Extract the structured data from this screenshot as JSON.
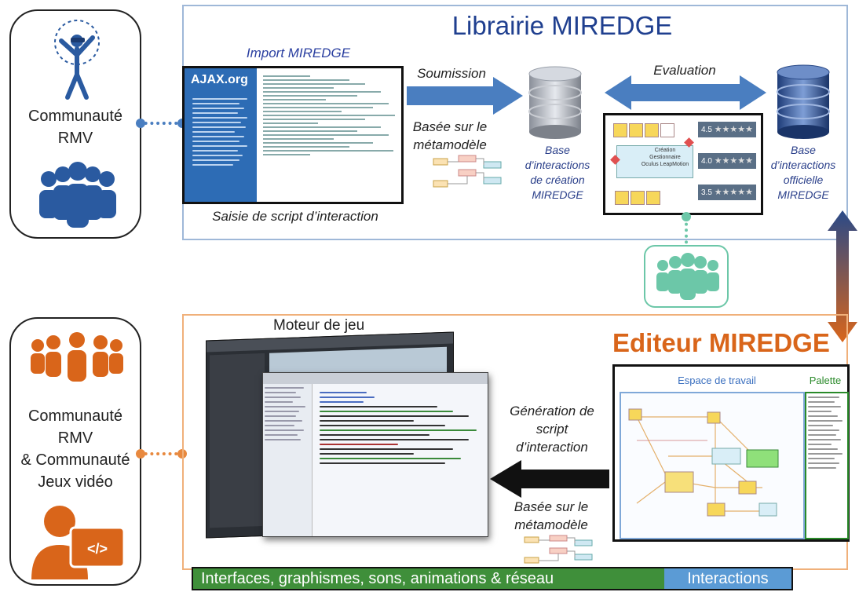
{
  "left": {
    "top_community": [
      "Communauté",
      "RMV"
    ],
    "bottom_community": [
      "Communauté",
      "RMV",
      "& Communauté",
      "Jeux vidéo"
    ]
  },
  "library": {
    "title": "Librairie MIREDGE",
    "import_label": "Import MIREDGE",
    "script_entry_label": "Saisie de script d’interaction",
    "submission_label": "Soumission",
    "metamodel_label": [
      "Basée sur le",
      "métamodèle"
    ],
    "creation_db_label": [
      "Base",
      "d’interactions",
      "de création",
      "MIREDGE"
    ],
    "evaluation_label": "Evaluation",
    "official_db_label": [
      "Base",
      "d’interactions",
      "officielle",
      "MIREDGE"
    ],
    "ajax_logo": "AJAX.org",
    "eval_card_text": [
      "Création",
      "Gestionnaire",
      "Oculus LeapMotion"
    ],
    "ratings": [
      "4.5",
      "4.0",
      "3.5"
    ]
  },
  "editor": {
    "title": "Editeur MIREDGE",
    "game_engine_label": "Moteur de jeu",
    "generation_label": [
      "Génération de",
      "script",
      "d’interaction"
    ],
    "metamodel_label": [
      "Basée sur le",
      "métamodèle"
    ],
    "workspace_label": "Espace de travail",
    "palette_label": "Palette"
  },
  "bottom_bar": {
    "left_text": "Interfaces, graphismes, sons, animations & réseau",
    "right_text": "Interactions"
  },
  "colors": {
    "blue_dark": "#1f3f8f",
    "blue_arrow": "#4a7ec0",
    "orange": "#d9651a",
    "green_bar": "#3f8f3a",
    "teal": "#6cc7a8",
    "blue_bar": "#5b9bd5"
  }
}
